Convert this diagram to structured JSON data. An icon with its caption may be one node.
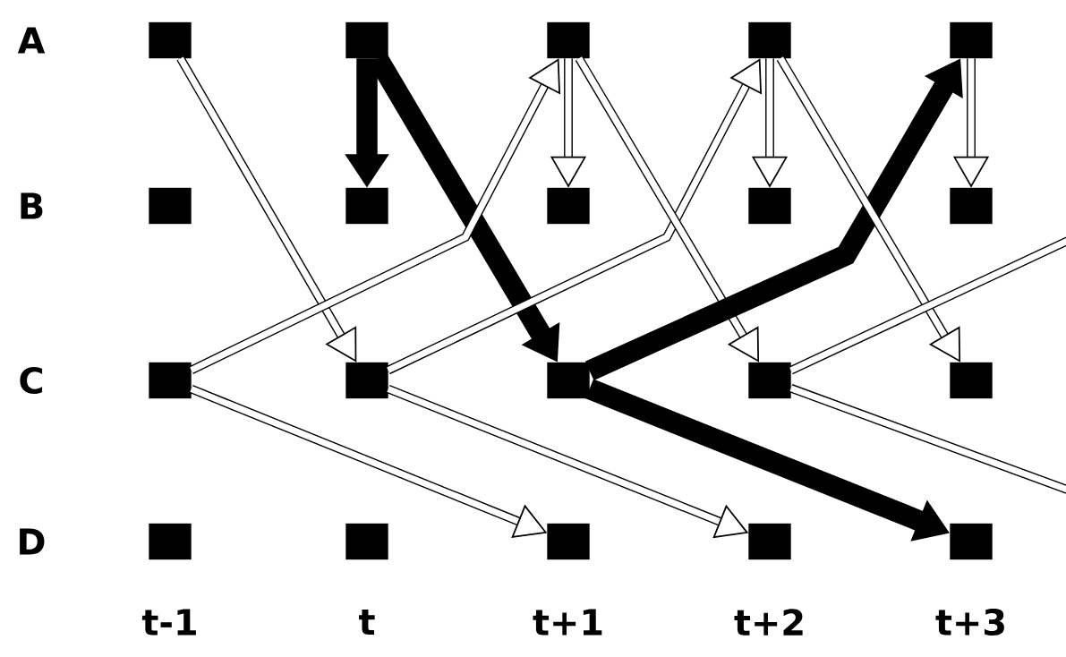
{
  "diagram": {
    "nodes": [
      {
        "text": [],
        "shape": "box"
      },
      {
        "text": [],
        "shape": "box"
      },
      {
        "text": [],
        "shape": "box"
      },
      {
        "text": [],
        "shape": "box"
      },
      {
        "text": [],
        "shape": "box"
      },
      {
        "text": [],
        "shape": "box"
      },
      {
        "text": [],
        "shape": "box"
      },
      {
        "text": [],
        "shape": "box"
      },
      {
        "text": [],
        "shape": "box"
      },
      {
        "text": [],
        "shape": "box"
      },
      {
        "text": [],
        "shape": "box"
      },
      {
        "text": [],
        "shape": "box"
      },
      {
        "text": [],
        "shape": "box"
      },
      {
        "text": [],
        "shape": "box"
      },
      {
        "text": [],
        "shape": "box"
      },
      {
        "text": [],
        "shape": "box"
      },
      {
        "text": [],
        "shape": "box"
      },
      {
        "text": [],
        "shape": "box"
      },
      {
        "text": [],
        "shape": "box"
      },
      {
        "text": [],
        "shape": "box"
      }
    ],
    "edges": [
      {
        "from": 0,
        "to": 11,
        "arrow": "to"
      },
      {
        "from": 1,
        "to": 6,
        "arrow": "to",
        "style": "thick"
      },
      {
        "from": 1,
        "to": 12,
        "arrow": "to",
        "style": "thick"
      },
      {
        "from": 10,
        "to": 2,
        "arrow": "to"
      },
      {
        "from": 10,
        "to": 17,
        "arrow": "to"
      },
      {
        "from": 11,
        "to": 3,
        "arrow": "to"
      },
      {
        "from": 11,
        "to": 18,
        "arrow": "to"
      },
      {
        "from": 2,
        "to": 7,
        "arrow": "to"
      },
      {
        "from": 2,
        "to": 13,
        "arrow": "to"
      },
      {
        "from": 12,
        "to": 4,
        "arrow": "to",
        "style": "thick"
      },
      {
        "from": 12,
        "to": 19,
        "arrow": "to",
        "style": "thick"
      },
      {
        "from": 3,
        "to": 8,
        "arrow": "to"
      },
      {
        "from": 3,
        "to": 14,
        "arrow": "to"
      },
      {
        "from": 4,
        "to": 9,
        "arrow": "to"
      },
      {
        "from": 13,
        "to": null,
        "arrow": "none"
      },
      {
        "from": 13,
        "to": null,
        "arrow": "none"
      }
    ],
    "labels": [
      "A",
      "B",
      "C",
      "D",
      "t-1",
      "t",
      "t+1",
      "t+2",
      "t+3"
    ]
  }
}
